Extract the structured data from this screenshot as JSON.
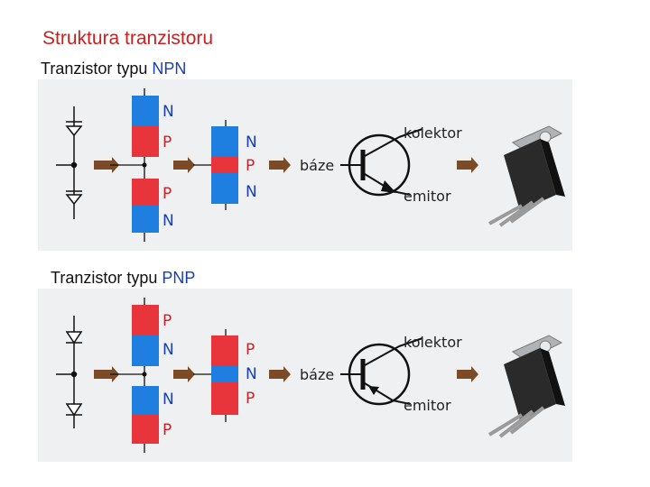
{
  "title": "Struktura tranzistoru",
  "colors": {
    "n_region": "#1e7fe0",
    "p_region": "#e8343b",
    "arrow": "#7b4a26",
    "title": "#cc1f1f",
    "label_n": "#1a3fb0",
    "label_p": "#c8232b"
  },
  "sections": [
    {
      "heading_prefix": "Tranzistor typu ",
      "heading_type": "NPN",
      "layers": [
        "N",
        "P",
        "P",
        "N"
      ],
      "combined": [
        "N",
        "P",
        "N"
      ],
      "base_label": "báze",
      "collector_label": "kolektor",
      "emitter_label": "emitor"
    },
    {
      "heading_prefix": "Tranzistor typu ",
      "heading_type": "PNP",
      "layers": [
        "P",
        "N",
        "N",
        "P"
      ],
      "combined": [
        "P",
        "N",
        "P"
      ],
      "base_label": "báze",
      "collector_label": "kolektor",
      "emitter_label": "emitor"
    }
  ]
}
